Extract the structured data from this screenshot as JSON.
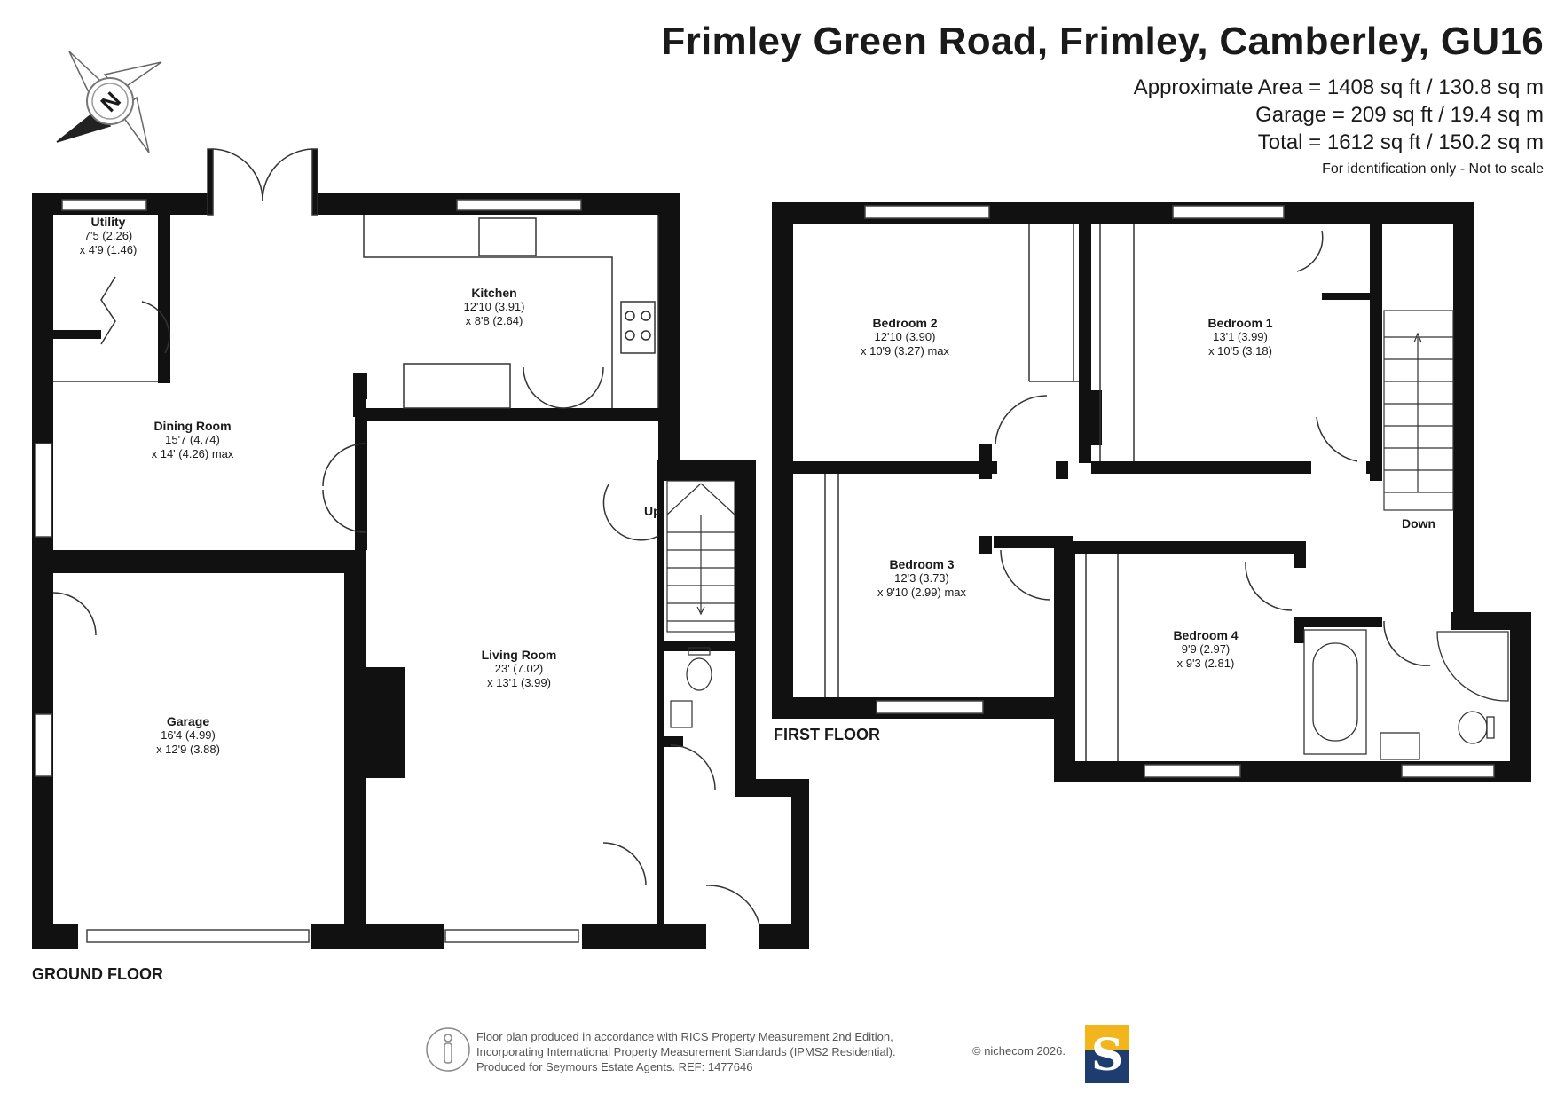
{
  "header": {
    "title": "Frimley Green Road, Frimley, Camberley, GU16",
    "area_main": "Approximate Area = 1408 sq ft / 130.8 sq m",
    "area_garage": "Garage = 209 sq ft / 19.4 sq m",
    "area_total": "Total = 1612 sq ft / 150.2 sq m",
    "note": "For identification only - Not to scale"
  },
  "compass": {
    "icon": "compass-north-icon",
    "letter": "N"
  },
  "ground_floor": {
    "label": "GROUND FLOOR",
    "rooms": {
      "utility": {
        "name": "Utility",
        "dim1": "7'5 (2.26)",
        "dim2": "x 4'9 (1.46)"
      },
      "kitchen": {
        "name": "Kitchen",
        "dim1": "12'10 (3.91)",
        "dim2": "x 8'8 (2.64)"
      },
      "dining": {
        "name": "Dining Room",
        "dim1": "15'7 (4.74)",
        "dim2": "x 14' (4.26) max"
      },
      "living": {
        "name": "Living Room",
        "dim1": "23' (7.02)",
        "dim2": "x 13'1 (3.99)"
      },
      "garage": {
        "name": "Garage",
        "dim1": "16'4 (4.99)",
        "dim2": "x 12'9 (3.88)"
      }
    },
    "stairs_label": "Up"
  },
  "first_floor": {
    "label": "FIRST FLOOR",
    "rooms": {
      "bedroom2": {
        "name": "Bedroom 2",
        "dim1": "12'10 (3.90)",
        "dim2": "x 10'9 (3.27) max"
      },
      "bedroom1": {
        "name": "Bedroom 1",
        "dim1": "13'1 (3.99)",
        "dim2": "x 10'5 (3.18)"
      },
      "bedroom3": {
        "name": "Bedroom 3",
        "dim1": "12'3 (3.73)",
        "dim2": "x 9'10 (2.99) max"
      },
      "bedroom4": {
        "name": "Bedroom 4",
        "dim1": "9'9 (2.97)",
        "dim2": "x 9'3 (2.81)"
      }
    },
    "stairs_label": "Down"
  },
  "footer": {
    "line1": "Floor plan produced in accordance with RICS Property Measurement 2nd Edition,",
    "line2": "Incorporating International Property Measurement Standards (IPMS2 Residential).",
    "line3": "Produced for Seymours Estate Agents.   REF: 1477646",
    "copyright": "© nichecom 2026.",
    "logo_letter": "S",
    "logo_colors": {
      "top": "#f2b51c",
      "bottom": "#1e3d6e"
    }
  }
}
